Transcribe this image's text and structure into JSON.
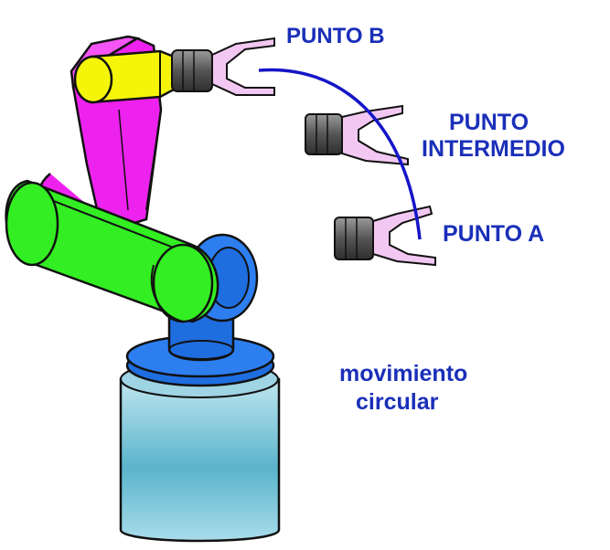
{
  "labels": {
    "punto_b": "PUNTO B",
    "punto_intermedio_line1": "PUNTO",
    "punto_intermedio_line2": "INTERMEDIO",
    "punto_a": "PUNTO A",
    "movimiento_line1": "movimiento",
    "movimiento_line2": "circular"
  },
  "colors": {
    "label_text": "#1a2fb8",
    "arc": "#1515c8",
    "magenta_arm": "#ee22ee",
    "green_arm": "#33ee22",
    "blue_joint": "#1f6ee0",
    "yellow_wrist": "#f5f50a",
    "gripper": "#f2c8f2",
    "gripper_wrist": "#555555",
    "pedestal": "#5ab4cc"
  }
}
